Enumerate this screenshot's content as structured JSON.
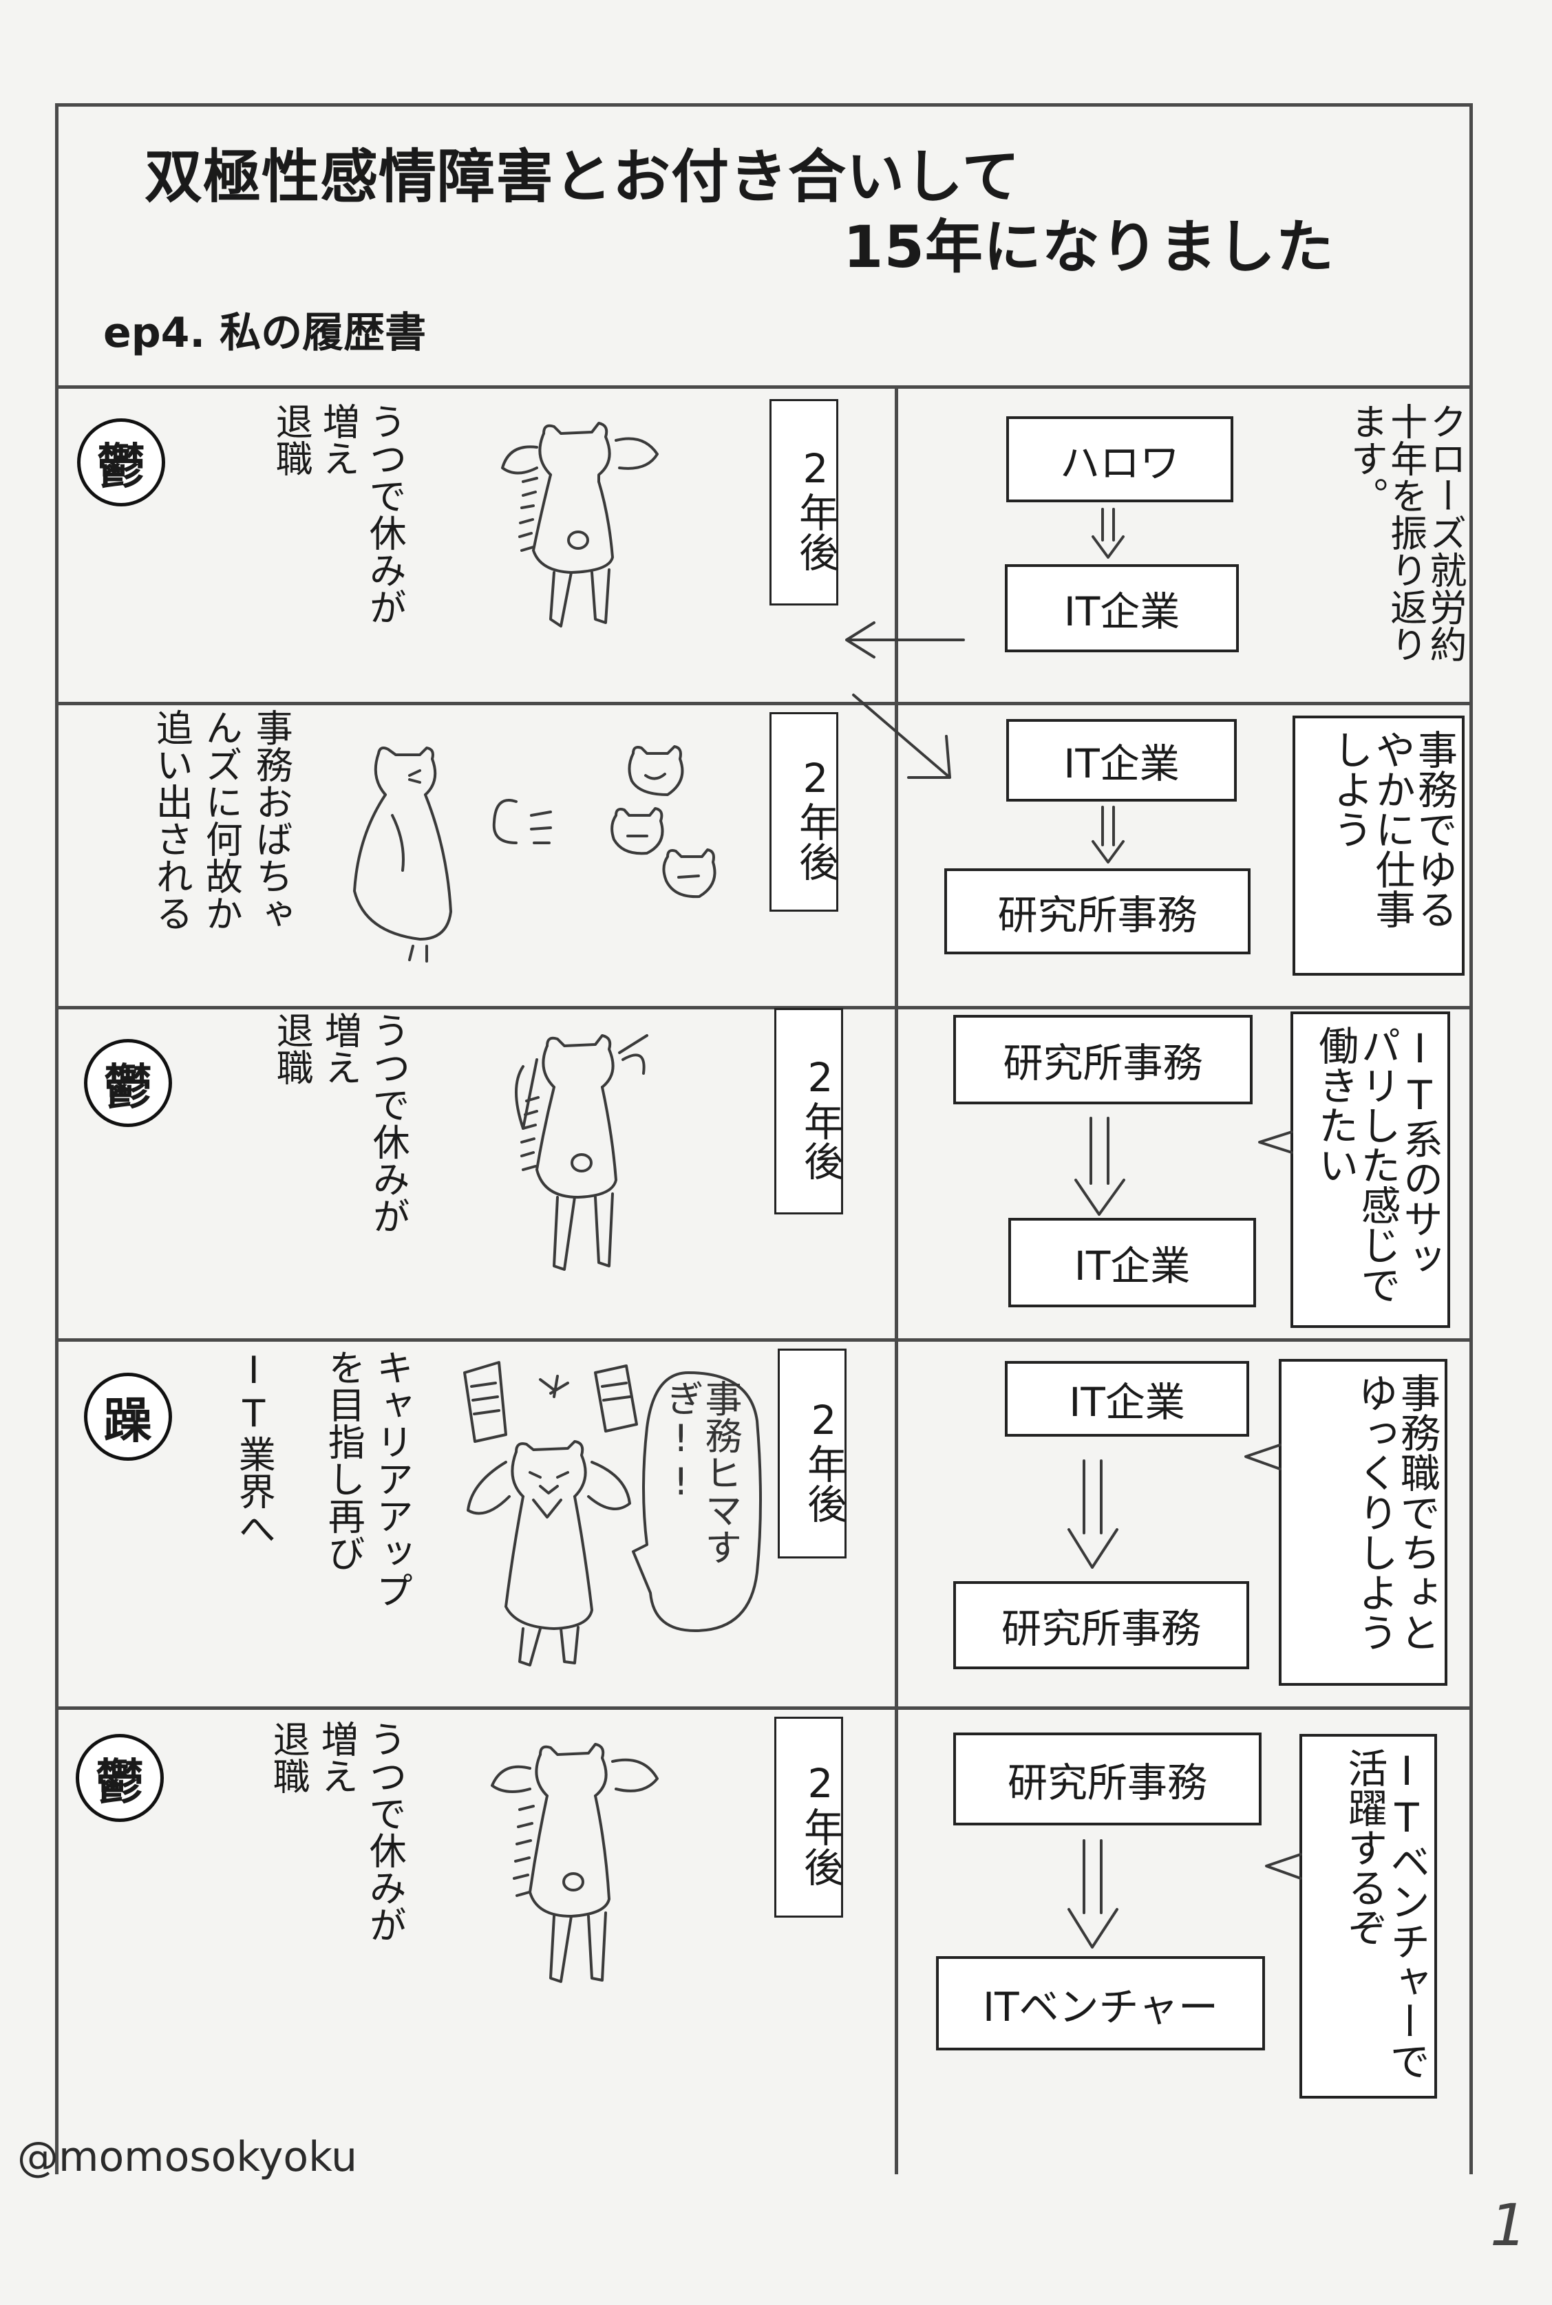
{
  "header": {
    "title_line1": "双極性感情障害とお付き合いして",
    "title_line2": "15年になりました",
    "episode": "ep4. 私の履歴書"
  },
  "panels": [
    {
      "badge": "鬱",
      "left_text": [
        "うつで休みが",
        "増え",
        "退職"
      ],
      "time": "2年後",
      "intro_note": "クローズ就労約十年を振り返ります。",
      "from": "ハロワ",
      "to": "IT企業"
    },
    {
      "left_text": [
        "事務おばちゃ",
        "んズに何故か",
        "追い出される"
      ],
      "time": "2年後",
      "from": "IT企業",
      "to": "研究所事務",
      "bubble": "事務でゆるやかに仕事しよう"
    },
    {
      "badge": "鬱",
      "left_text": [
        "うつで休みが",
        "増え",
        "退職"
      ],
      "time": "2年後",
      "from": "研究所事務",
      "to": "IT企業",
      "bubble": "IT系のサッパリした感じで働きたい"
    },
    {
      "badge": "躁",
      "left_text": [
        "キャリアアップ",
        "を目指し再び",
        "IT業界へ"
      ],
      "time": "2年後",
      "drawing_speech": "事務ヒマすぎ!!",
      "from": "IT企業",
      "to": "研究所事務",
      "bubble": "事務職でちょとゆっくりしよう"
    },
    {
      "badge": "鬱",
      "left_text": [
        "うつで休みが",
        "増え",
        "退職"
      ],
      "time": "2年後",
      "from": "研究所事務",
      "to": "ITベンチャー",
      "bubble": "ITベンチャーで活躍するぞ"
    }
  ],
  "watermark": "@momosokyoku",
  "page_number": "1",
  "colors": {
    "paper": "#f4f4f2",
    "ink": "#1a1a1a",
    "pencil": "#4a4a4a"
  }
}
